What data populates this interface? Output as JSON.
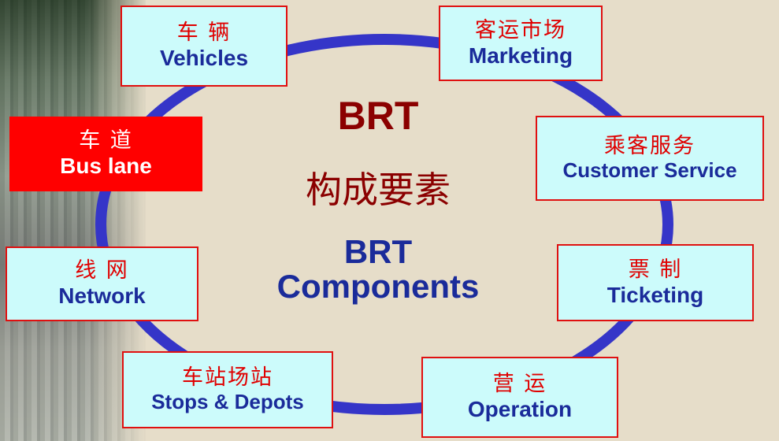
{
  "center": {
    "title": "BRT",
    "subtitle_zh": "构成要素",
    "title_en_1": "BRT",
    "title_en_2": "Components"
  },
  "components": [
    {
      "zh": "车 辆",
      "en": "Vehicles"
    },
    {
      "zh": "客运市场",
      "en": "Marketing"
    },
    {
      "zh": "乘客服务",
      "en": "Customer Service"
    },
    {
      "zh": "票 制",
      "en": "Ticketing"
    },
    {
      "zh": "营 运",
      "en": "Operation"
    },
    {
      "zh": "车站场站",
      "en": "Stops & Depots"
    },
    {
      "zh": "线 网",
      "en": "Network"
    },
    {
      "zh": "车 道",
      "en": "Bus lane",
      "highlighted": true
    }
  ],
  "colors": {
    "background": "#e6ddc9",
    "ring": "#3535c8",
    "box_fill": "#ccfbfb",
    "box_border": "#e01010",
    "highlight": "#ff0000",
    "zh_text": "#e00000",
    "en_text": "#1a2b9a",
    "center_title": "#8b0000"
  }
}
